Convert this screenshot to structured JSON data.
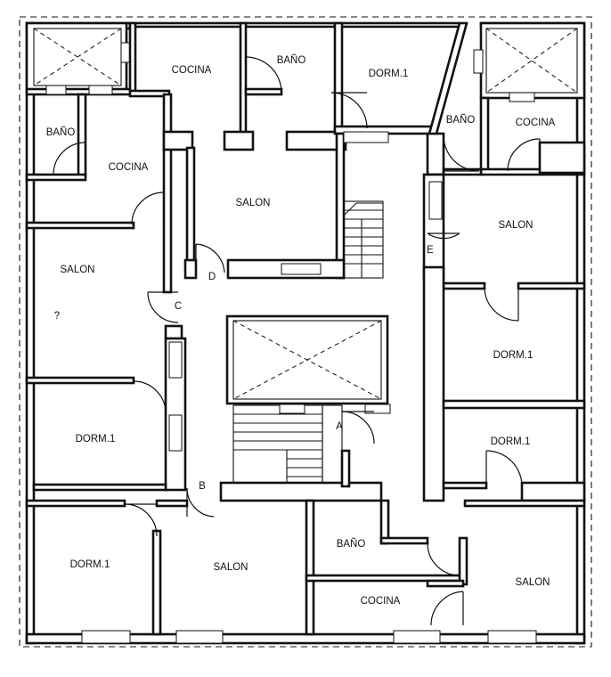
{
  "rooms": {
    "cocina_top_left": "COCINA",
    "bano_top_mid": "BAÑO",
    "dorm_top_mid": "DORM.1",
    "cocina_top_right": "COCINA",
    "bano_top_right": "BAÑO",
    "bano_left": "BAÑO",
    "cocina_left": "COCINA",
    "salon_center_top": "SALON",
    "salon_right_top": "SALON",
    "salon_left": "SALON",
    "question_mark": "?",
    "dorm_right_mid": "DORM.1",
    "dorm_left_mid": "DORM.1",
    "dorm_right_low": "DORM.1",
    "dorm_bottom_left": "DORM.1",
    "salon_bottom_mid": "SALON",
    "bano_bottom": "BAÑO",
    "salon_bottom_right": "SALON",
    "cocina_bottom": "COCINA"
  },
  "doors": {
    "a": "A",
    "b": "B",
    "c": "C",
    "d": "D",
    "e": "E"
  }
}
